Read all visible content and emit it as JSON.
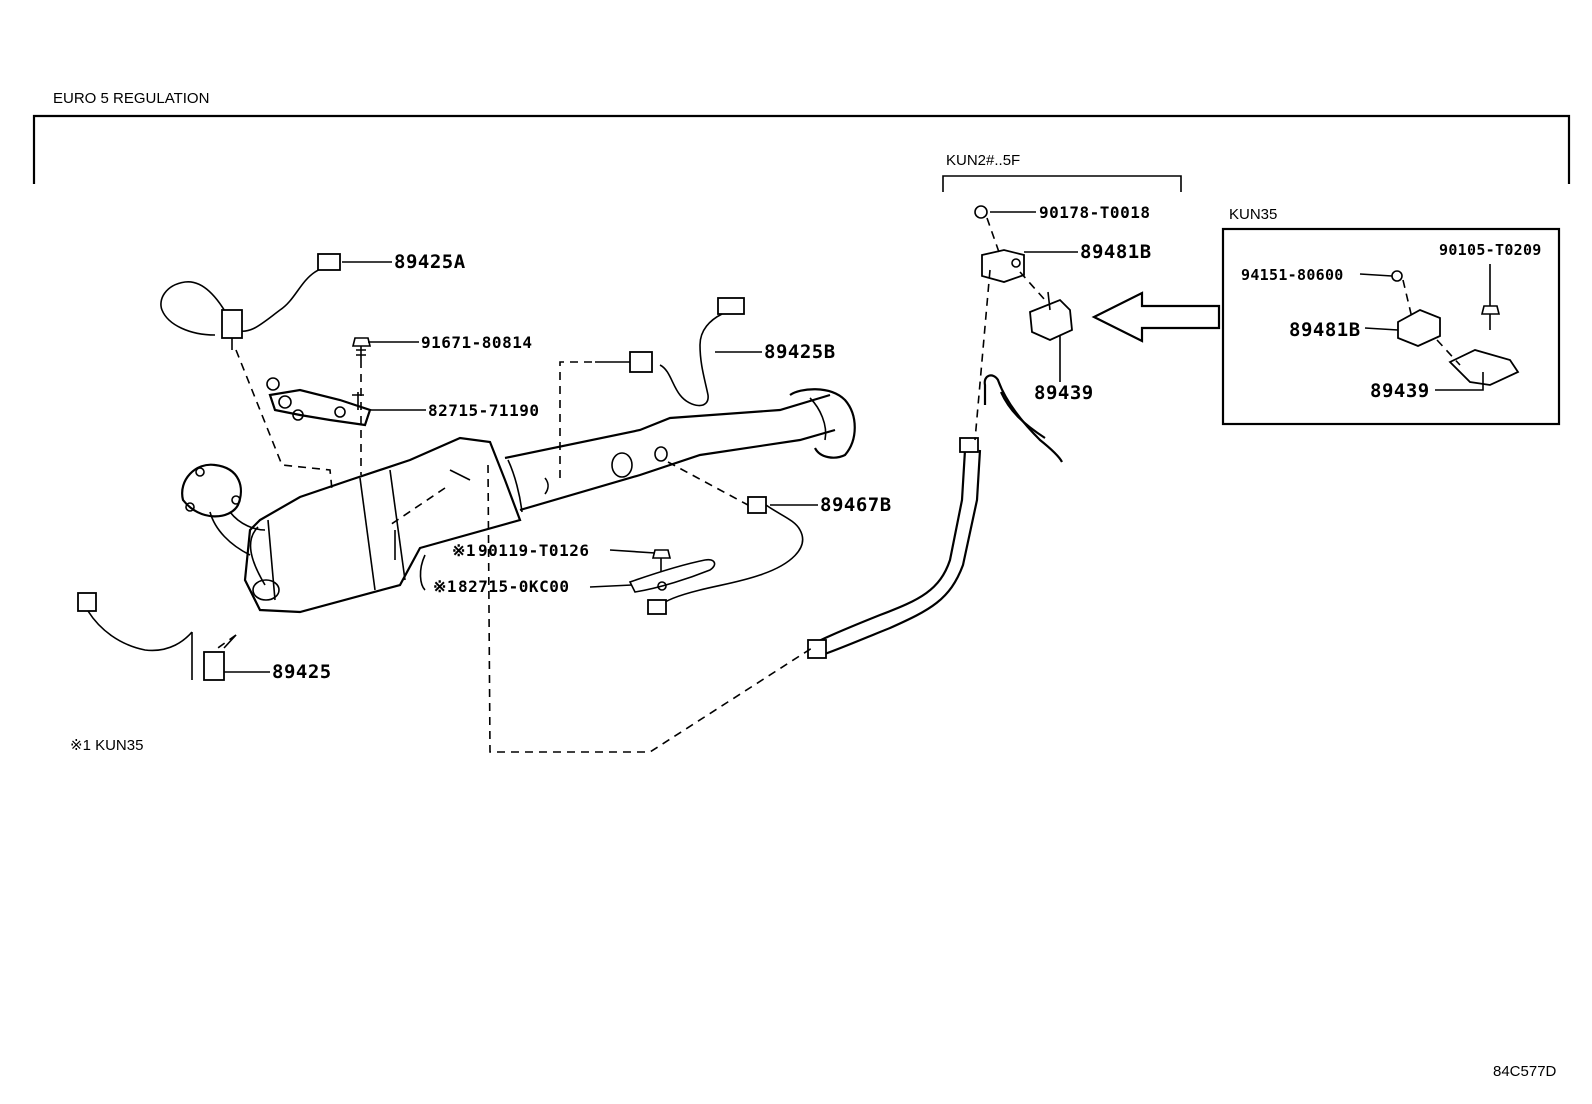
{
  "header": {
    "title": "EURO 5 REGULATION"
  },
  "groups": {
    "kun2": {
      "title": "KUN2#..5F"
    },
    "kun35": {
      "title": "KUN35"
    }
  },
  "callouts": {
    "p89425a": "89425A",
    "p91671": "91671-80814",
    "p82715_71190": "82715-71190",
    "p89425b": "89425B",
    "p89467b": "89467B",
    "p90119_mark": "※1",
    "p90119": "90119-T0126",
    "p82715_0kc00_mark": "※1",
    "p82715_0kc00": "82715-0KC00",
    "p89425": "89425",
    "p90178": "90178-T0018",
    "p89481b_main": "89481B",
    "p89439_main": "89439",
    "p90105": "90105-T0209",
    "p94151": "94151-80600",
    "p89481b_kun35": "89481B",
    "p89439_kun35": "89439"
  },
  "footnote": "※1 KUN35",
  "diagram_id": "84C577D"
}
